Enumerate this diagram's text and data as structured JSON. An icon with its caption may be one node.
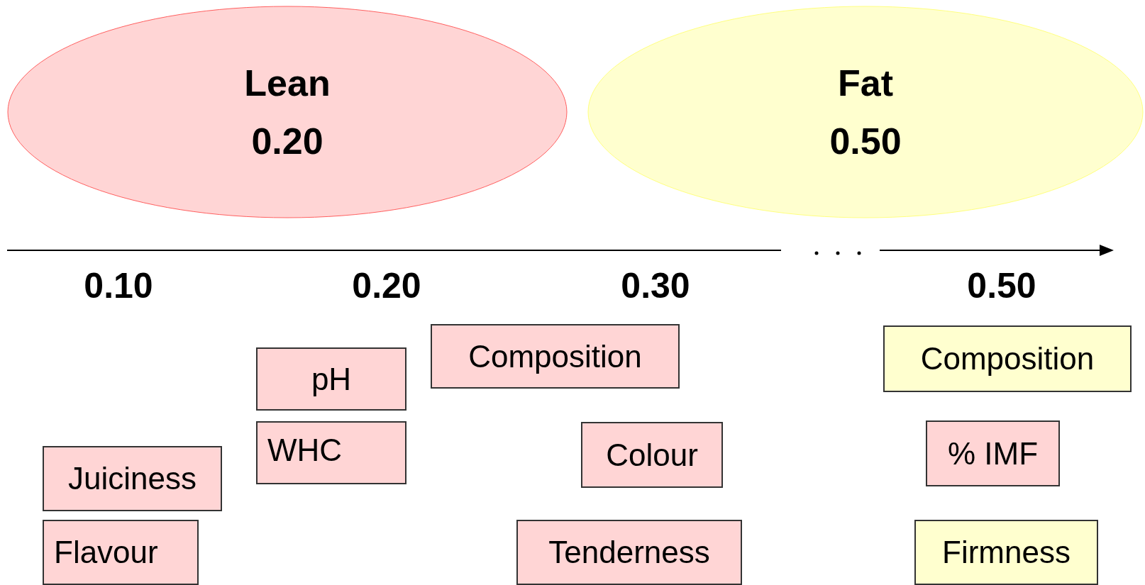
{
  "diagram": {
    "nodes": [
      {
        "text": [
          "Lean",
          "0.20"
        ]
      },
      {
        "text": [
          "Fat",
          "0.50"
        ]
      },
      {
        "text": [
          "pH"
        ]
      },
      {
        "text": [
          "Composition"
        ]
      },
      {
        "text": [
          "Composition"
        ]
      },
      {
        "text": [
          "WHC"
        ]
      },
      {
        "text": [
          "Colour"
        ]
      },
      {
        "text": [
          "% IMF"
        ]
      },
      {
        "text": [
          "Juiciness"
        ]
      },
      {
        "text": [
          "Flavour"
        ]
      },
      {
        "text": [
          "Tenderness"
        ]
      },
      {
        "text": [
          "Firmness"
        ]
      }
    ],
    "labels": [
      "0.10",
      "0.20",
      "0.30",
      "0.50"
    ]
  }
}
